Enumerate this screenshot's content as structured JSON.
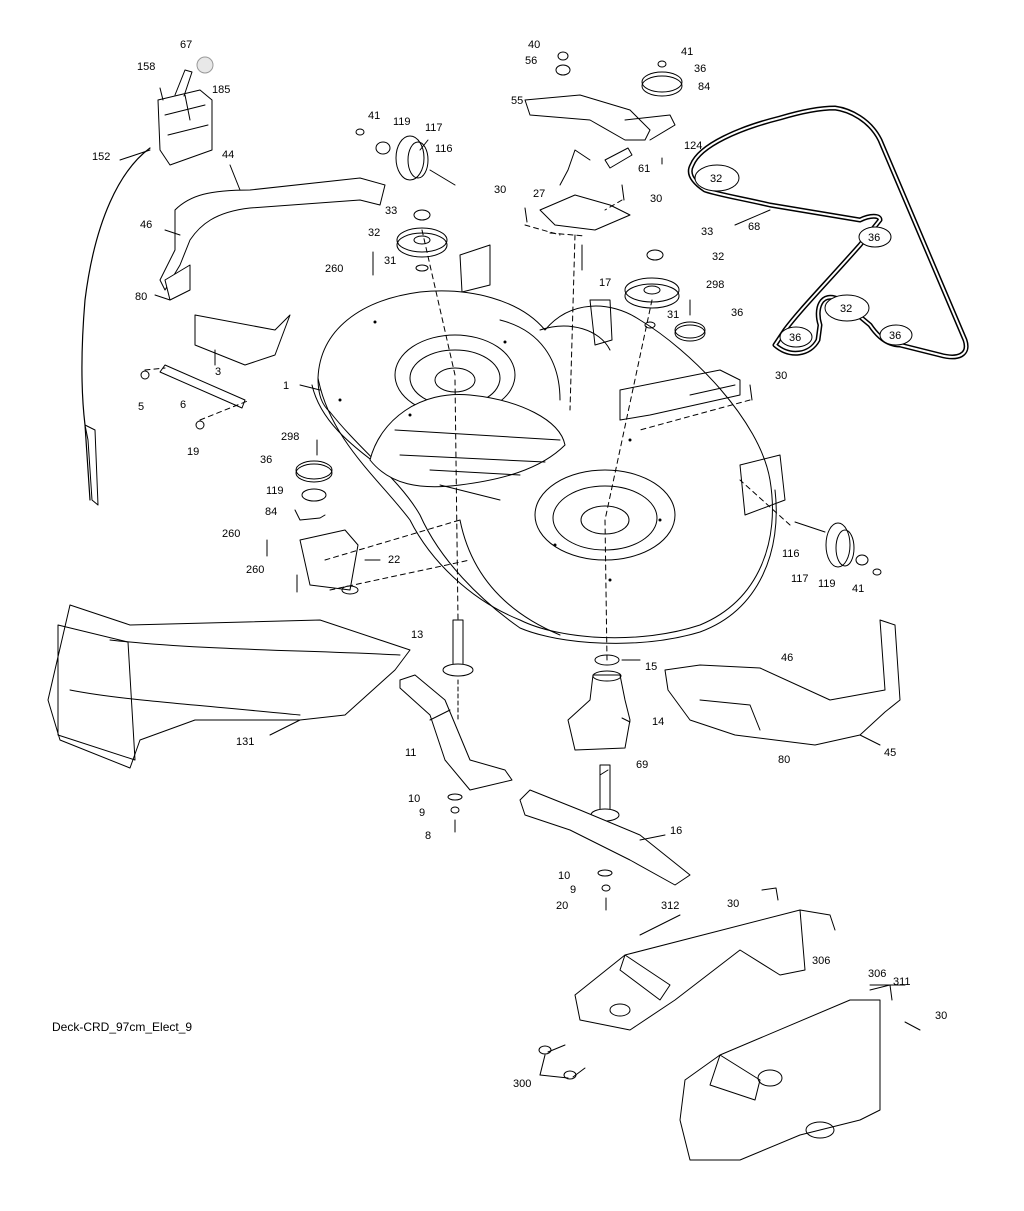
{
  "diagram": {
    "caption": "Deck-CRD_97cm_Elect_9",
    "callouts": [
      {
        "id": "c67",
        "text": "67"
      },
      {
        "id": "c158",
        "text": "158"
      },
      {
        "id": "c185",
        "text": "185"
      },
      {
        "id": "c152",
        "text": "152"
      },
      {
        "id": "c44",
        "text": "44"
      },
      {
        "id": "c41a",
        "text": "41"
      },
      {
        "id": "c119a",
        "text": "119"
      },
      {
        "id": "c117a",
        "text": "117"
      },
      {
        "id": "c116a",
        "text": "116"
      },
      {
        "id": "c46a",
        "text": "46"
      },
      {
        "id": "c33a",
        "text": "33"
      },
      {
        "id": "c32a",
        "text": "32"
      },
      {
        "id": "c80a",
        "text": "80"
      },
      {
        "id": "c260a",
        "text": "260"
      },
      {
        "id": "c31a",
        "text": "31"
      },
      {
        "id": "c3",
        "text": "3"
      },
      {
        "id": "c5",
        "text": "5"
      },
      {
        "id": "c6",
        "text": "6"
      },
      {
        "id": "c1",
        "text": "1"
      },
      {
        "id": "c19",
        "text": "19"
      },
      {
        "id": "c298a",
        "text": "298"
      },
      {
        "id": "c36a",
        "text": "36"
      },
      {
        "id": "c119b",
        "text": "119"
      },
      {
        "id": "c84a",
        "text": "84"
      },
      {
        "id": "c260b",
        "text": "260"
      },
      {
        "id": "c260c",
        "text": "260"
      },
      {
        "id": "c22",
        "text": "22"
      },
      {
        "id": "c40",
        "text": "40"
      },
      {
        "id": "c56",
        "text": "56"
      },
      {
        "id": "c55",
        "text": "55"
      },
      {
        "id": "c41b",
        "text": "41"
      },
      {
        "id": "c36b",
        "text": "36"
      },
      {
        "id": "c84b",
        "text": "84"
      },
      {
        "id": "c124",
        "text": "124"
      },
      {
        "id": "c61",
        "text": "61"
      },
      {
        "id": "c30a",
        "text": "30"
      },
      {
        "id": "c27",
        "text": "27"
      },
      {
        "id": "c30b",
        "text": "30"
      },
      {
        "id": "c33b",
        "text": "33"
      },
      {
        "id": "c17",
        "text": "17"
      },
      {
        "id": "c32b",
        "text": "32"
      },
      {
        "id": "c298b",
        "text": "298"
      },
      {
        "id": "c31b",
        "text": "31"
      },
      {
        "id": "c36c",
        "text": "36"
      },
      {
        "id": "c30c",
        "text": "30"
      },
      {
        "id": "c68",
        "text": "68"
      },
      {
        "id": "c116b",
        "text": "116"
      },
      {
        "id": "c117b",
        "text": "117"
      },
      {
        "id": "c119c",
        "text": "119"
      },
      {
        "id": "c41c",
        "text": "41"
      },
      {
        "id": "c13",
        "text": "13"
      },
      {
        "id": "c15",
        "text": "15"
      },
      {
        "id": "c14",
        "text": "14"
      },
      {
        "id": "c46b",
        "text": "46"
      },
      {
        "id": "c45",
        "text": "45"
      },
      {
        "id": "c80b",
        "text": "80"
      },
      {
        "id": "c131",
        "text": "131"
      },
      {
        "id": "c11",
        "text": "11"
      },
      {
        "id": "c10a",
        "text": "10"
      },
      {
        "id": "c9a",
        "text": "9"
      },
      {
        "id": "c8",
        "text": "8"
      },
      {
        "id": "c69",
        "text": "69"
      },
      {
        "id": "c16",
        "text": "16"
      },
      {
        "id": "c10b",
        "text": "10"
      },
      {
        "id": "c9b",
        "text": "9"
      },
      {
        "id": "c20",
        "text": "20"
      },
      {
        "id": "c30d",
        "text": "30"
      },
      {
        "id": "c312",
        "text": "312"
      },
      {
        "id": "c306a",
        "text": "306"
      },
      {
        "id": "c306b",
        "text": "306"
      },
      {
        "id": "c311",
        "text": "311"
      },
      {
        "id": "c30e",
        "text": "30"
      },
      {
        "id": "c300",
        "text": "300"
      }
    ],
    "belt_pulley_labels": [
      {
        "id": "b32a",
        "text": "32"
      },
      {
        "id": "b36a",
        "text": "36"
      },
      {
        "id": "b32b",
        "text": "32"
      },
      {
        "id": "b36b",
        "text": "36"
      },
      {
        "id": "b36c",
        "text": "36"
      }
    ]
  }
}
